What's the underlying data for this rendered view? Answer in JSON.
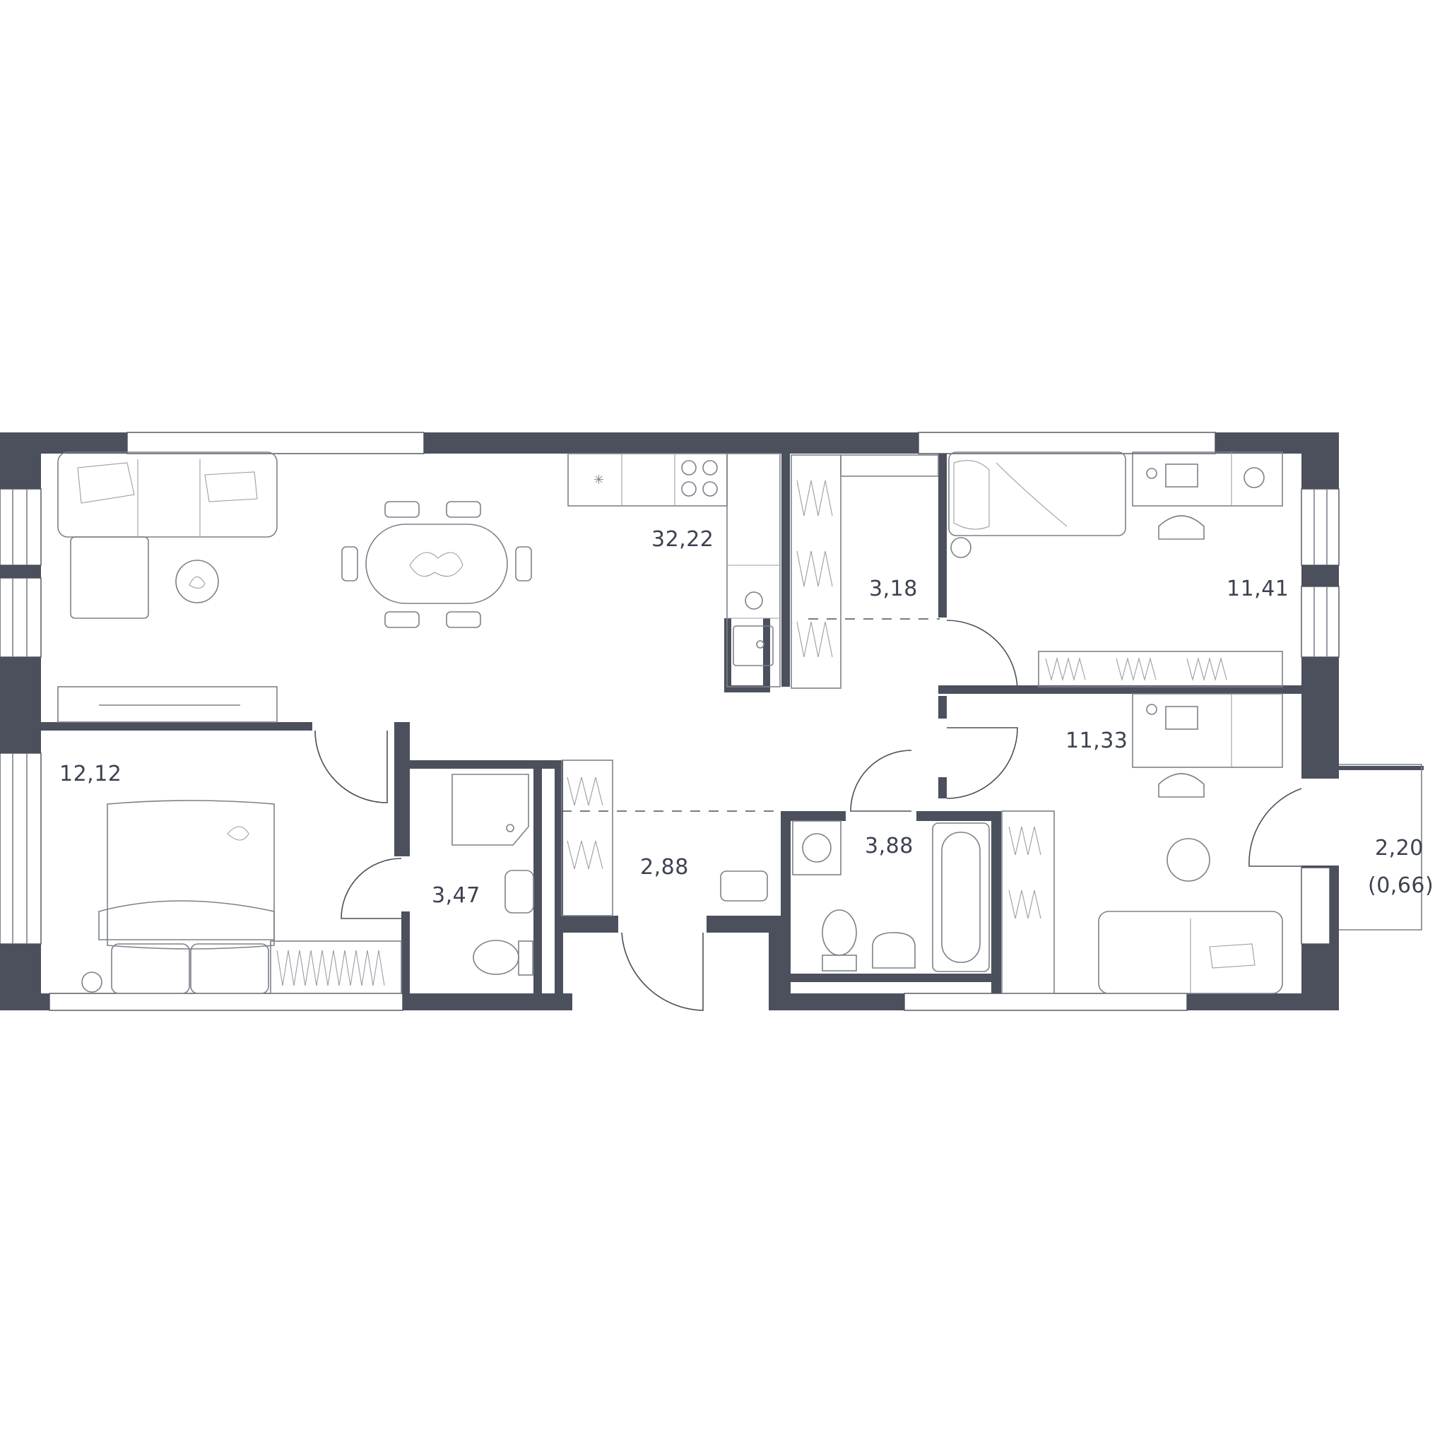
{
  "floorplan": {
    "colors": {
      "wall": "#4b505c",
      "label": "#3c4250",
      "furniture": "#7c808a",
      "background": "#ffffff"
    },
    "rooms": [
      {
        "id": "living-kitchen",
        "area": "32,22"
      },
      {
        "id": "storage",
        "area": "3,18"
      },
      {
        "id": "bedroom-top-right",
        "area": "11,41"
      },
      {
        "id": "bedroom-left",
        "area": "12,12"
      },
      {
        "id": "shower-room",
        "area": "3,47"
      },
      {
        "id": "hallway",
        "area": "2,88"
      },
      {
        "id": "bathroom",
        "area": "3,88"
      },
      {
        "id": "bedroom-bottom-right",
        "area": "11,33"
      },
      {
        "id": "balcony",
        "area": "2,20",
        "area_reduced": "(0,66)"
      }
    ]
  }
}
